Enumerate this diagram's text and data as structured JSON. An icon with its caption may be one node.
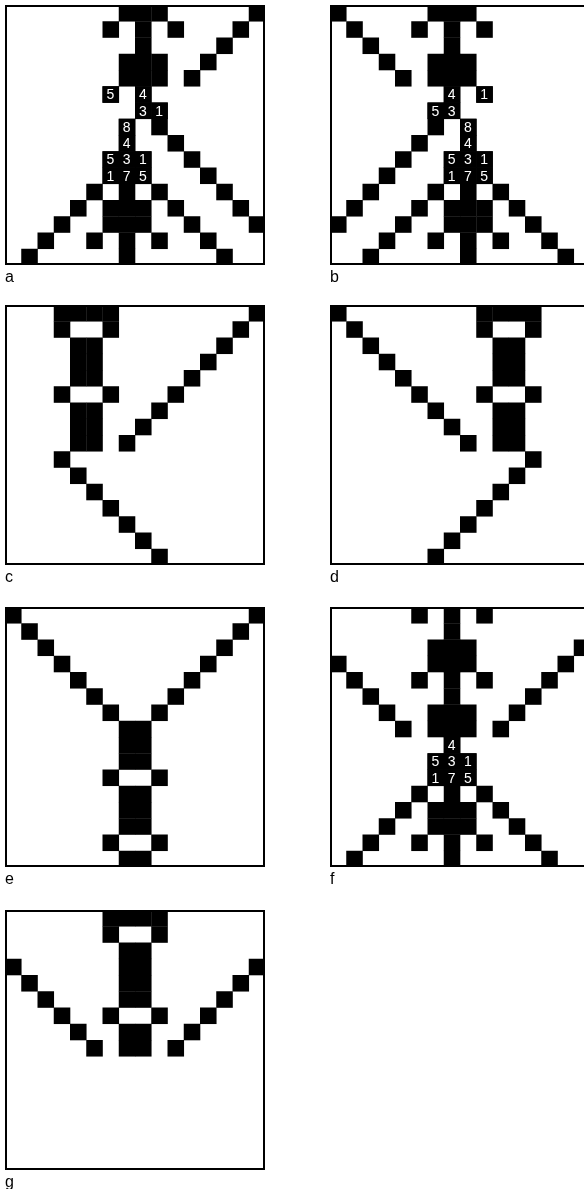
{
  "diagram": {
    "labels": [
      "5",
      "4",
      "3",
      "1",
      "8",
      "4",
      "5",
      "3",
      "1",
      "1",
      "7",
      "5",
      "a",
      "4",
      "1",
      "5",
      "3",
      "8",
      "4",
      "5",
      "3",
      "1",
      "1",
      "7",
      "5",
      "b",
      "c",
      "d",
      "e",
      "4",
      "5",
      "3",
      "1",
      "1",
      "7",
      "5",
      "f",
      "g"
    ]
  }
}
